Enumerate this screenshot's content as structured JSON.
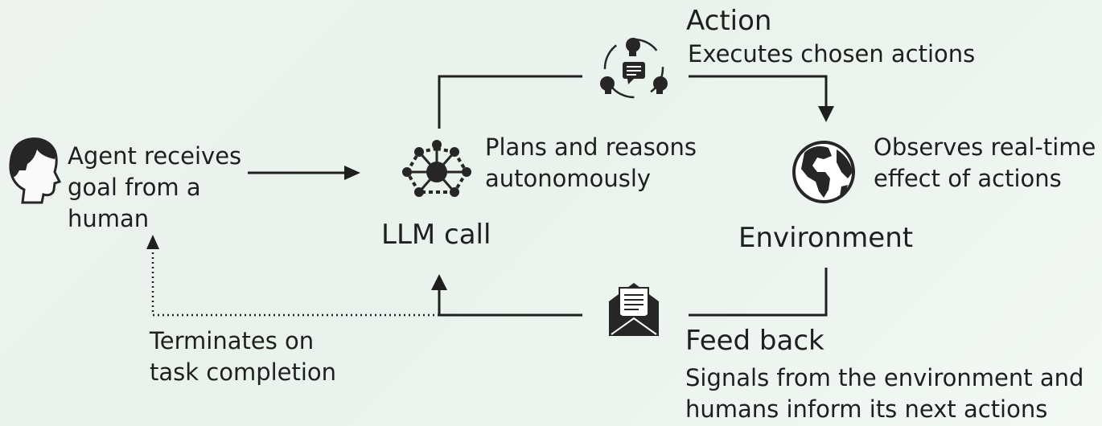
{
  "agent": {
    "text": "Agent receives\ngoal from a\nhuman"
  },
  "llm": {
    "label": "LLM call",
    "description": "Plans and reasons\nautonomously"
  },
  "action": {
    "title": "Action",
    "description": "Executes chosen actions"
  },
  "environment": {
    "label": "Environment",
    "description": "Observes real-time\neffect of actions"
  },
  "feedback": {
    "title": "Feed back",
    "description": "Signals from the environment and\nhumans inform its next actions"
  },
  "termination": {
    "text": "Terminates on\ntask completion"
  },
  "colors": {
    "line": "#1f1f1f",
    "icon": "#262626"
  },
  "icons": [
    "head-profile-icon",
    "network-hub-icon",
    "discussion-cycle-icon",
    "globe-icon",
    "open-envelope-icon"
  ]
}
